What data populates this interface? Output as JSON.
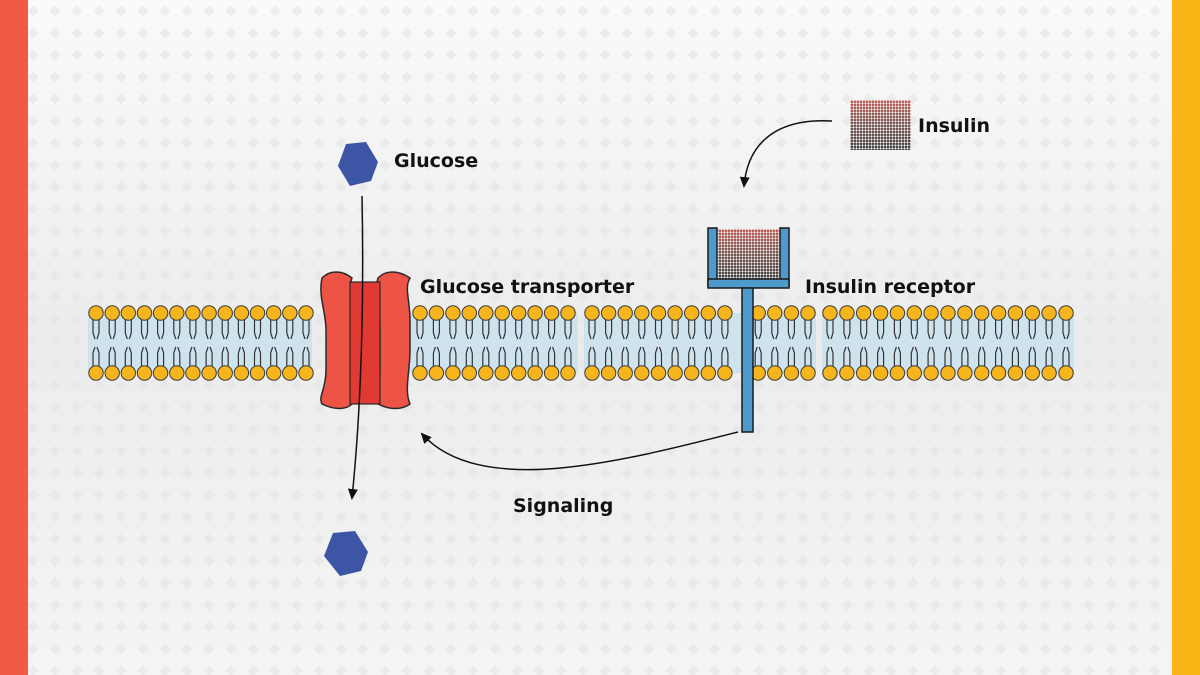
{
  "labels": {
    "glucose": "Glucose",
    "insulin": "Insulin",
    "glucose_transporter": "Glucose transporter",
    "insulin_receptor": "Insulin receptor",
    "signaling": "Signaling"
  },
  "colors": {
    "left_bar": "#F05A47",
    "right_bar": "#FBB516",
    "transporter": "#EE5446",
    "transporter_core": "#E03A33",
    "glucose": "#3D55A5",
    "phosphate_head": "#F6B51D",
    "membrane_fill": "#CFE3EE",
    "receptor": "#4E9ACD",
    "insulin_top": "#B5352C"
  },
  "icons": {
    "glucose": "hexagon",
    "insulin": "dotted-gradient-block"
  }
}
